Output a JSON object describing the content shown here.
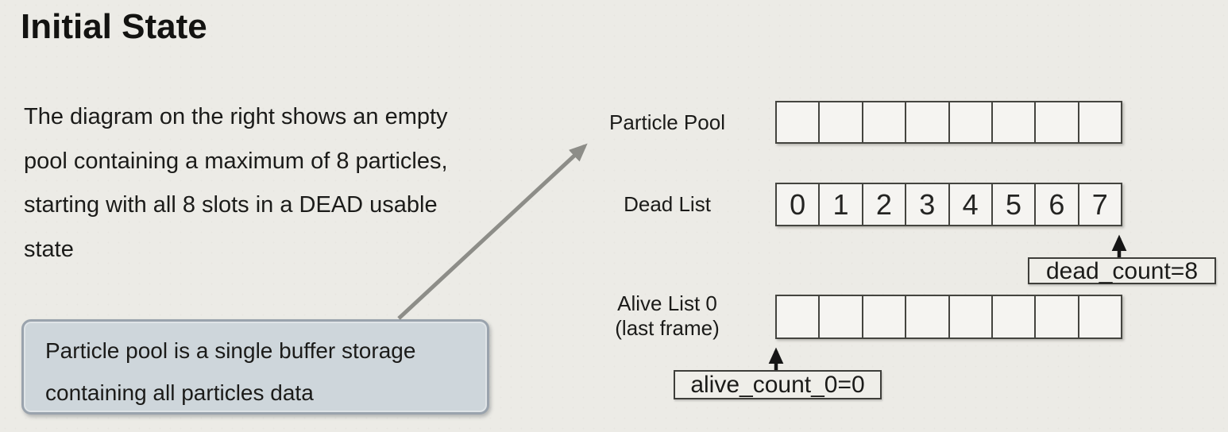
{
  "title": "Initial State",
  "intro": {
    "lines": [
      "The diagram on the right shows an empty",
      "pool containing a maximum of 8 particles,",
      "starting with all 8 slots in a DEAD usable",
      "state"
    ]
  },
  "callout": {
    "lines": [
      "Particle pool is a single buffer storage",
      "containing all particles data"
    ]
  },
  "diagram": {
    "rows": [
      {
        "label": "Particle Pool",
        "sublabel": "",
        "cells": [
          "",
          "",
          "",
          "",
          "",
          "",
          "",
          ""
        ]
      },
      {
        "label": "Dead List",
        "sublabel": "",
        "cells": [
          "0",
          "1",
          "2",
          "3",
          "4",
          "5",
          "6",
          "7"
        ]
      },
      {
        "label": "Alive List 0",
        "sublabel": "(last frame)",
        "cells": [
          "",
          "",
          "",
          "",
          "",
          "",
          "",
          ""
        ]
      }
    ],
    "counters": [
      {
        "label": "dead_count=8"
      },
      {
        "label": "alive_count_0=0"
      }
    ]
  },
  "colors": {
    "background": "#ECEBE6",
    "text": "#1B1B19",
    "callout_fill": "#CED6DB",
    "callout_border": "#9AA3AD",
    "cell_fill": "#F5F4F1",
    "cell_border": "#44443F",
    "arrow_gray": "#8D8D88",
    "arrow_black": "#161616"
  }
}
